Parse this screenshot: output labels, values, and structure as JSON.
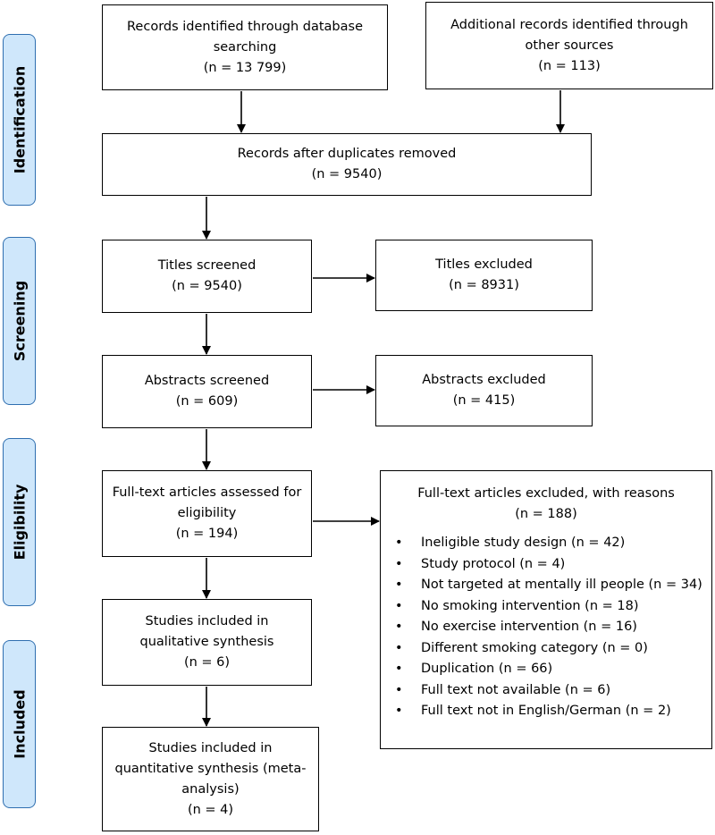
{
  "stages": [
    {
      "label": "Identification"
    },
    {
      "label": "Screening"
    },
    {
      "label": "Eligibility"
    },
    {
      "label": "Included"
    }
  ],
  "boxes": {
    "database": [
      "Records identified through database",
      "searching",
      "(n = 13 799)"
    ],
    "other_sources": [
      "Additional records identified through",
      "other sources",
      "(n = 113)"
    ],
    "duplicates_removed": [
      "Records after duplicates removed",
      "(n = 9540)"
    ],
    "titles_screened": [
      "Titles screened",
      "(n = 9540)"
    ],
    "titles_excluded": [
      "Titles excluded",
      "(n = 8931)"
    ],
    "abstracts_screened": [
      "Abstracts screened",
      "(n = 609)"
    ],
    "abstracts_excluded": [
      "Abstracts excluded",
      "(n = 415)"
    ],
    "fulltext_assessed": [
      "Full-text articles assessed for",
      "eligibility",
      "(n = 194)"
    ],
    "qualitative": [
      "Studies included in",
      "qualitative synthesis",
      "(n = 6)"
    ],
    "quantitative": [
      "Studies included in",
      "quantitative synthesis (meta-",
      "analysis)",
      "(n = 4)"
    ]
  },
  "fulltext_excluded": {
    "heading": "Full-text articles excluded, with reasons",
    "count": "(n = 188)",
    "bullet": "•",
    "reasons": [
      "Ineligible study design (n = 42)",
      "Study protocol (n = 4)",
      "Not targeted at mentally ill people (n = 34)",
      "No smoking intervention (n = 18)",
      "No exercise intervention (n = 16)",
      "Different smoking category (n = 0)",
      "Duplication (n = 66)",
      "Full text not available (n = 6)",
      "Full text not in English/German (n = 2)"
    ]
  }
}
